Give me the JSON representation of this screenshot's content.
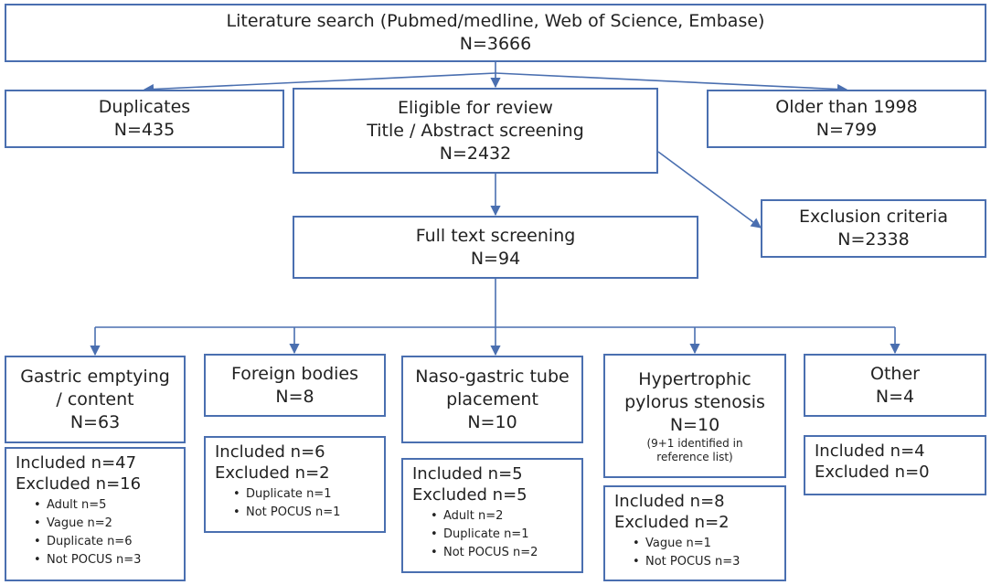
{
  "literature": {
    "line1": "Literature search (Pubmed/medline, Web of Science, Embase)",
    "count": "N=3666"
  },
  "duplicates": {
    "label": "Duplicates",
    "count": "N=435"
  },
  "eligible": {
    "line1": "Eligible for review",
    "line2": "Title / Abstract screening",
    "count": "N=2432"
  },
  "older": {
    "label": "Older than 1998",
    "count": "N=799"
  },
  "fulltext": {
    "label": "Full text screening",
    "count": "N=94"
  },
  "exclusion": {
    "label": "Exclusion criteria",
    "count": "N=2338"
  },
  "categories": [
    {
      "line1": "Gastric emptying",
      "line2": "/ content",
      "count": "N=63"
    },
    {
      "line1": "Foreign bodies",
      "count": "N=8"
    },
    {
      "line1": "Naso-gastric tube",
      "line2": "placement",
      "count": "N=10"
    },
    {
      "line1": "Hypertrophic",
      "line2": "pylorus stenosis",
      "count": "N=10",
      "note1": "(9+1 identified in",
      "note2": "reference list)"
    },
    {
      "line1": "Other",
      "count": "N=4"
    }
  ],
  "details": [
    {
      "included": "Included n=47",
      "excluded": "Excluded n=16",
      "items": [
        "Adult n=5",
        "Vague n=2",
        "Duplicate n=6",
        "Not POCUS n=3"
      ]
    },
    {
      "included": "Included n=6",
      "excluded": "Excluded n=2",
      "items": [
        "Duplicate n=1",
        "Not POCUS n=1"
      ]
    },
    {
      "included": "Included n=5",
      "excluded": "Excluded n=5",
      "items": [
        "Adult n=2",
        "Duplicate n=1",
        "Not POCUS n=2"
      ]
    },
    {
      "included": "Included n=8",
      "excluded": "Excluded n=2",
      "items": [
        "Vague n=1",
        "Not POCUS n=3"
      ]
    },
    {
      "included": "Included n=4",
      "excluded": "Excluded n=0",
      "items": []
    }
  ]
}
